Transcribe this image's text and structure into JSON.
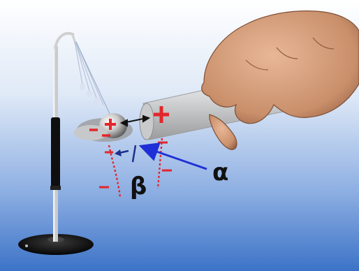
{
  "labels": {
    "alpha": "α",
    "beta": "β"
  },
  "colors": {
    "sky_top": "#ffffff",
    "sky_bottom": "#3c73c7",
    "charge_red": "#e3262b",
    "arrow_blue": "#1f2fd6",
    "tag_blue": "#1d2f8c",
    "skin": "#c98f6b",
    "stand_dark": "#101010"
  },
  "icons": {
    "alpha_pointer": "arrow-icon",
    "charge_marks": "plus-minus-icons"
  }
}
